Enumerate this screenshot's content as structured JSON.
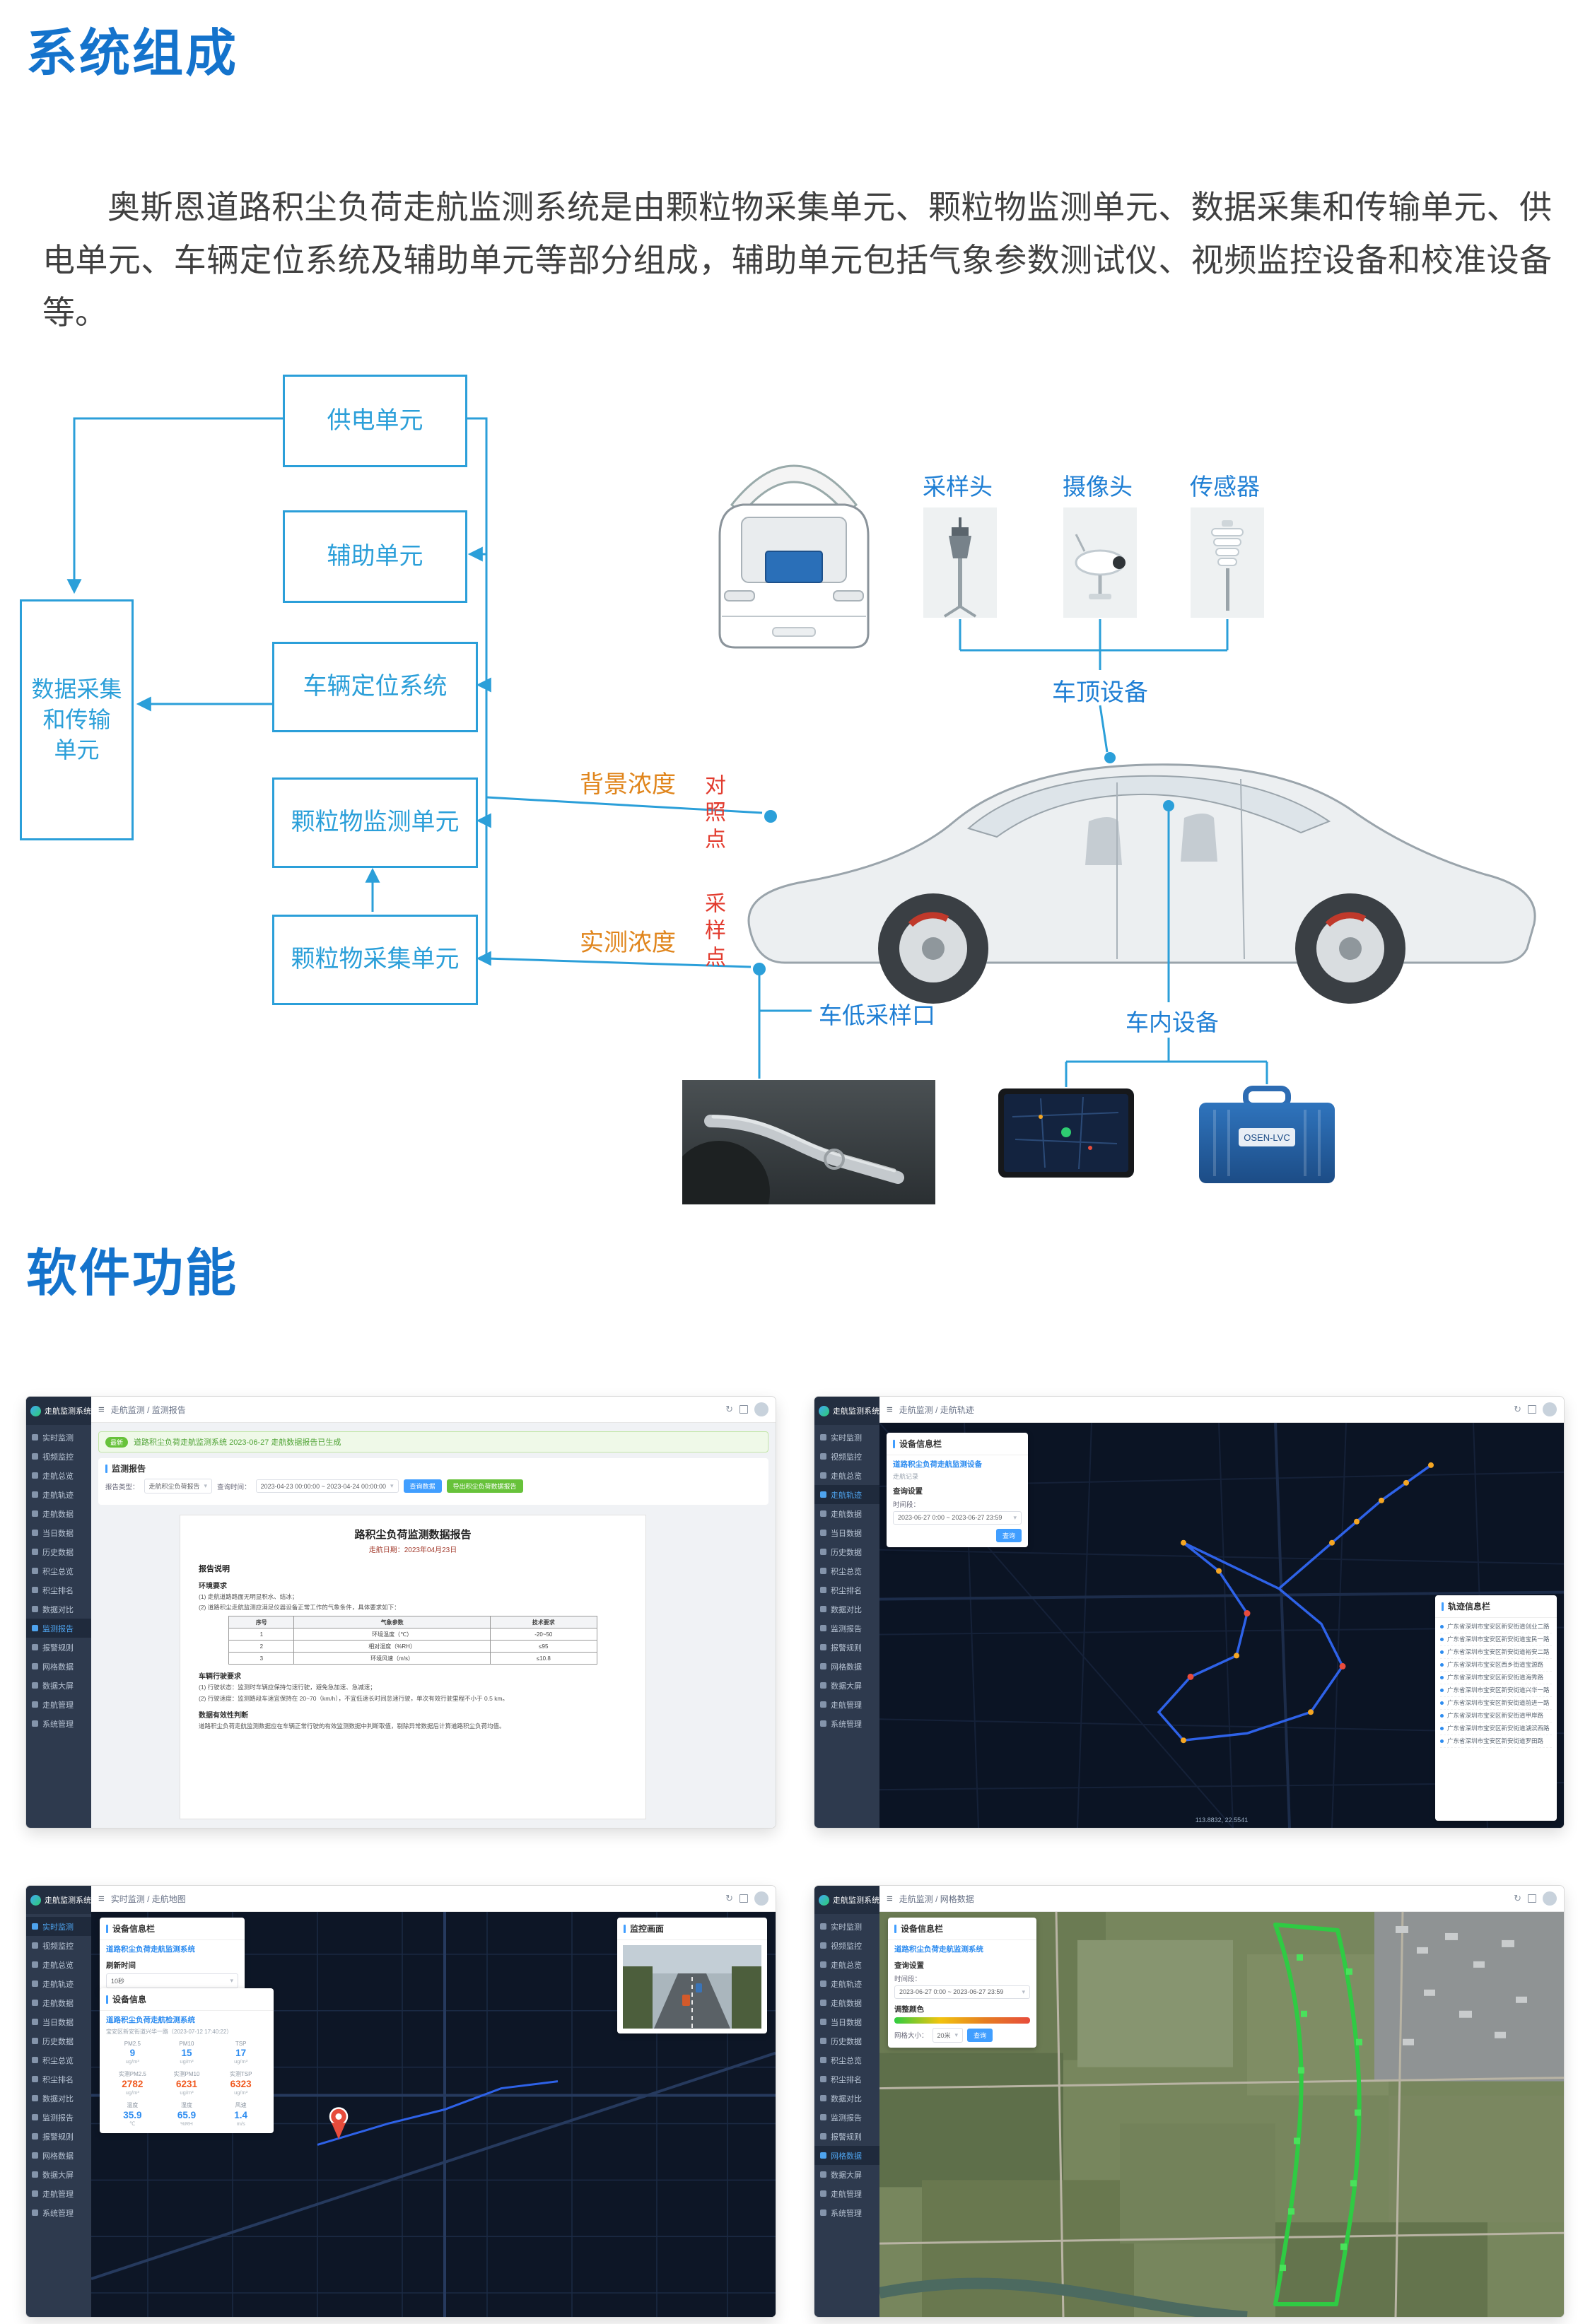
{
  "page": {
    "title1": "系统组成",
    "intro": "奥斯恩道路积尘负荷走航监测系统是由颗粒物采集单元、颗粒物监测单元、数据采集和传输单元、供电单元、车辆定位系统及辅助单元等部分组成，辅助单元包括气象参数测试仪、视频监控设备和校准设备等。",
    "title2": "软件功能"
  },
  "diagram": {
    "box_power": "供电单元",
    "box_aux": "辅助单元",
    "box_position": "车辆定位系统",
    "box_monitor": "颗粒物监测单元",
    "box_collect": "颗粒物采集单元",
    "box_data": "数据采集\n和传输\n单元",
    "label_sampler": "采样头",
    "label_camera": "摄像头",
    "label_sensor": "传感器",
    "label_roof": "车顶设备",
    "label_bg_conc": "背景浓度",
    "label_ref_point": "对照点",
    "label_meas_conc": "实测浓度",
    "label_sample_point": "采样点",
    "label_bottom_port": "车低采样口",
    "label_incar": "车内设备",
    "case_label": "OSEN-LVC"
  },
  "app": {
    "logo": "走航监测系统",
    "sidebar": [
      "实时监测",
      "视频监控",
      "走航总览",
      "走航轨迹",
      "走航数据",
      "当日数据",
      "历史数据",
      "积尘总览",
      "积尘排名",
      "数据对比",
      "监测报告",
      "报警规则",
      "网格数据",
      "数据大屏",
      "走航管理",
      "系统管理"
    ]
  },
  "report": {
    "breadcrumb": "走航监测 / 监测报告",
    "notice_tag": "最新",
    "notice": "道路积尘负荷走航监测系统 2023-06-27 走航数据报告已生成",
    "panel_title": "监测报告",
    "type_label": "报告类型：",
    "type_value": "走航积尘负荷报告",
    "time_label": "查询时间：",
    "time_value": "2023-04-23 00:00:00 ~ 2023-04-24 00:00:00",
    "btn_query": "查询数据",
    "btn_export": "导出积尘负荷数据报告",
    "doc_title": "路积尘负荷监测数据报告",
    "doc_date": "走航日期：2023年04月23日",
    "sec_note": "报告说明",
    "sec_env": "环境要求",
    "env_items": [
      "(1) 走航道路路面无明显积水、结冰；",
      "(2) 道路积尘走航监测应满足仪器设备正常工作的气象条件，具体要求如下："
    ],
    "table": {
      "headers": [
        "序号",
        "气象参数",
        "技术要求"
      ],
      "rows": [
        [
          "1",
          "环境温度（℃）",
          "-20~50"
        ],
        [
          "2",
          "相对湿度（%RH）",
          "≤95"
        ],
        [
          "3",
          "环境风速（m/s）",
          "≤10.8"
        ]
      ]
    },
    "sec_drive": "车辆行驶要求",
    "drive_items": [
      "(1) 行驶状态：监测时车辆应保持匀速行驶，避免急加速、急减速；",
      "(2) 行驶速度：监测路段车速宜保持在 20~70（km/h），不宜低速长时间怠速行驶，单次有效行驶里程不小于 0.5 km。"
    ],
    "sec_valid": "数据有效性判断",
    "valid_text": "道路积尘负荷走航监测数据应在车辆正常行驶的有效监测数据中判断取值，剔除异常数据后计算道路积尘负荷均值。"
  },
  "track": {
    "breadcrumb": "走航监测 / 走航轨迹",
    "panel_title": "设备信息栏",
    "device_name": "道路积尘负荷走航监测设备",
    "device_sub": "走航记录",
    "query_title": "查询设置",
    "time_label": "时间段：",
    "time_value": "2023-06-27 0:00 ~ 2023-06-27 23:59",
    "btn_query": "查询",
    "right_title": "轨迹信息栏",
    "addresses": [
      "广东省深圳市宝安区新安街道创业二路",
      "广东省深圳市宝安区新安街道宝民一路",
      "广东省深圳市宝安区新安街道裕安二路",
      "广东省深圳市宝安区西乡街道宝源路",
      "广东省深圳市宝安区新安街道海秀路",
      "广东省深圳市宝安区新安街道兴华一路",
      "广东省深圳市宝安区新安街道前进一路",
      "广东省深圳市宝安区新安街道甲岸路",
      "广东省深圳市宝安区新安街道湖滨西路",
      "广东省深圳市宝安区新安街道罗田路"
    ],
    "coords": "113.8832, 22.5541"
  },
  "realtime": {
    "breadcrumb": "实时监测 / 走航地图",
    "panel_title": "设备信息栏",
    "device_name": "道路积尘负荷走航监测系统",
    "refresh_label": "刷新时间",
    "refresh_value": "10秒",
    "info_title": "设备信息",
    "info_name": "道路积尘负荷走航检测系统",
    "info_addr": "宝安区新安街道兴华一路（2023-07-12 17:40:22）",
    "video_title": "监控画面",
    "metrics": [
      {
        "label": "PM2.5",
        "value": "9",
        "unit": "ug/m³"
      },
      {
        "label": "PM10",
        "value": "15",
        "unit": "ug/m³"
      },
      {
        "label": "TSP",
        "value": "17",
        "unit": "ug/m³"
      },
      {
        "label": "实测PM2.5",
        "value": "2782",
        "unit": "ug/m³"
      },
      {
        "label": "实测PM10",
        "value": "6231",
        "unit": "ug/m³"
      },
      {
        "label": "实测TSP",
        "value": "6323",
        "unit": "ug/m³"
      },
      {
        "label": "温度",
        "value": "35.9",
        "unit": "℃"
      },
      {
        "label": "湿度",
        "value": "65.9",
        "unit": "%RH"
      },
      {
        "label": "风速",
        "value": "1.4",
        "unit": "m/s"
      }
    ]
  },
  "grid": {
    "breadcrumb": "走航监测 / 网格数据",
    "panel_title": "设备信息栏",
    "device_name": "道路积尘负荷走航监测系统",
    "query_title": "查询设置",
    "time_label": "时间段：",
    "time_value": "2023-06-27 0:00 ~ 2023-06-27 23:59",
    "color_label": "调整颜色",
    "grid_label": "网格大小：",
    "grid_value": "20米",
    "btn_query": "查询"
  }
}
